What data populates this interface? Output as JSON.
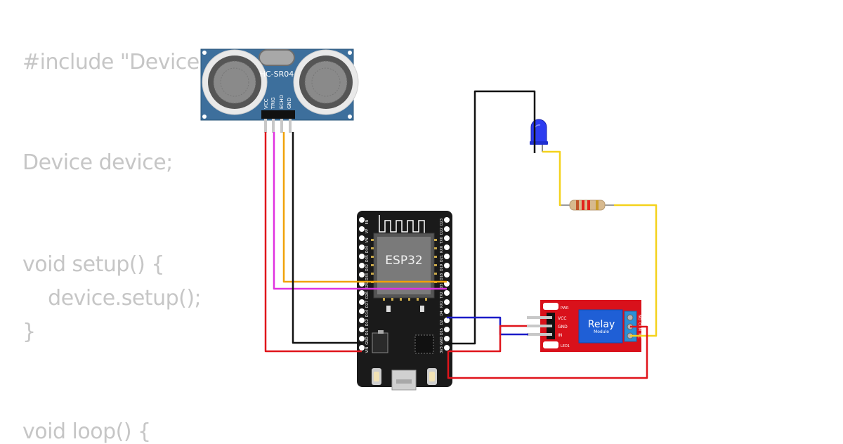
{
  "code_lines": [
    "#include \"Device.h\"",
    "Device device;",
    "void setup() {",
    "    device.setup();",
    "}",
    "void loop() {"
  ],
  "sensor": {
    "label": "HC-SR04",
    "pins": [
      "VCC",
      "TRIG",
      "ECHO",
      "GND"
    ]
  },
  "mcu": {
    "label": "ESP32",
    "left_pins": [
      "EN",
      "VP",
      "VN",
      "D34",
      "D35",
      "D32",
      "D33",
      "D25",
      "D26",
      "D27",
      "D14",
      "D12",
      "D13",
      "GND",
      "VIN"
    ],
    "right_pins": [
      "D23",
      "D22",
      "TX0",
      "RX0",
      "D21",
      "D19",
      "D18",
      "D5",
      "TX2",
      "RX2",
      "D4",
      "D2",
      "D15",
      "GND",
      "3V3"
    ]
  },
  "relay": {
    "label": "Relay",
    "sublabel": "Module",
    "pins": [
      "VCC",
      "GND",
      "IN"
    ],
    "pwr": "PWR",
    "led": "LED1",
    "terminals": [
      "NO",
      "COM",
      "NC"
    ]
  },
  "colors": {
    "board_blue": "#3d6f9c",
    "esp_black": "#1a1a1a",
    "relay_red": "#d9111b",
    "wire_red": "#e0141b",
    "wire_black": "#111111",
    "wire_orange": "#f0a20a",
    "wire_magenta": "#e032e0",
    "wire_blue": "#1b1bc8",
    "wire_yellow": "#f4d21c",
    "led_blue": "#2c3cf0"
  }
}
